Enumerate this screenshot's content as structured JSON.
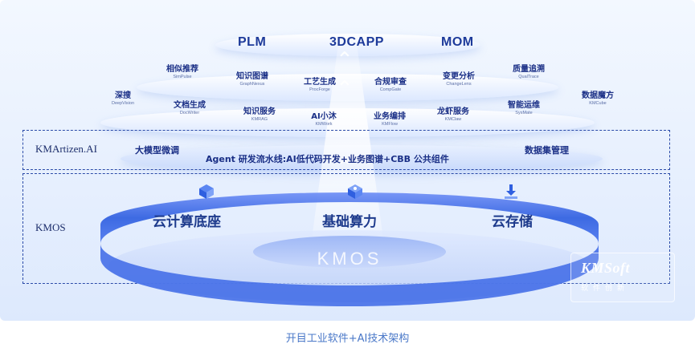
{
  "top_products": [
    "PLM",
    "3DCAPP",
    "MOM"
  ],
  "modules": [
    {
      "cn": "相似推荐",
      "en": "SimPulse"
    },
    {
      "cn": "知识图谱",
      "en": "GraphNexus"
    },
    {
      "cn": "工艺生成",
      "en": "ProcForge"
    },
    {
      "cn": "合规审查",
      "en": "CompGate"
    },
    {
      "cn": "变更分析",
      "en": "ChangeLens"
    },
    {
      "cn": "质量追溯",
      "en": "QualTrace"
    },
    {
      "cn": "深搜",
      "en": "DeepVision"
    },
    {
      "cn": "文档生成",
      "en": "DocWriter"
    },
    {
      "cn": "知识服务",
      "en": "KMRAG"
    },
    {
      "cn": "AI小沐",
      "en": "KMWork"
    },
    {
      "cn": "业务编排",
      "en": "KMFlow"
    },
    {
      "cn": "龙虾服务",
      "en": "KMClaw"
    },
    {
      "cn": "智能运维",
      "en": "SysMate"
    },
    {
      "cn": "数据魔方",
      "en": "KMCube"
    }
  ],
  "ai_layer": {
    "label": "KMArtizen.AI",
    "left": "大模型微调",
    "center": "Agent 研发流水线:AI低代码开发+业务图谱+CBB 公共组件",
    "right": "数据集管理"
  },
  "kmos_layer": {
    "label": "KMOS",
    "items": [
      "云计算底座",
      "基础算力",
      "云存储"
    ],
    "platform_text": "KMOS"
  },
  "watermark": {
    "logo": "KMSoft",
    "sub": "软件创新"
  },
  "caption": "开目工业软件+AI技术架构",
  "colors": {
    "accent": "#2f5fe0",
    "text_dark": "#1a2f86",
    "caption": "#4a78c8"
  },
  "icons": [
    "cloud-compute-icon",
    "compute-power-icon",
    "cloud-storage-icon"
  ]
}
